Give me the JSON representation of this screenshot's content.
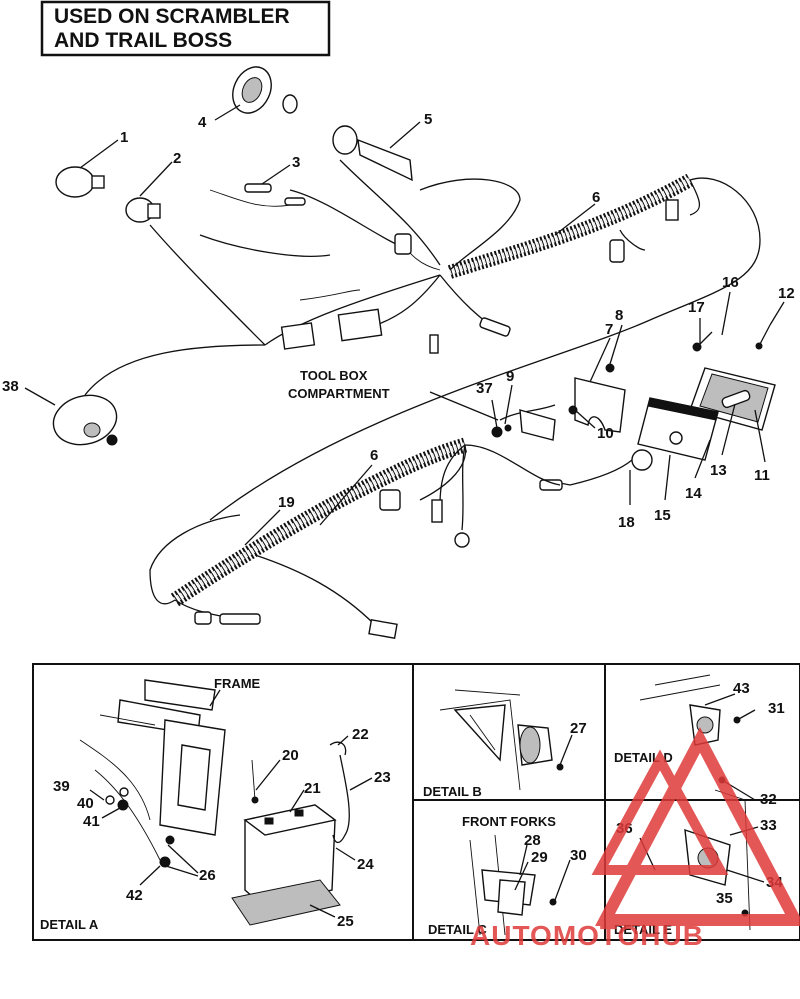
{
  "header": {
    "line1": "USED ON SCRAMBLER",
    "line2": "AND TRAIL BOSS"
  },
  "callouts": {
    "tool_box_line1": "TOOL BOX",
    "tool_box_line2": "COMPARTMENT",
    "frame": "FRAME",
    "front_forks": "FRONT FORKS"
  },
  "details": {
    "a": "DETAIL A",
    "b": "DETAIL B",
    "c": "DETAIL C",
    "d": "DETAIL D",
    "e": "DETAIL E"
  },
  "part_numbers": {
    "p1": "1",
    "p2": "2",
    "p3": "3",
    "p4": "4",
    "p5": "5",
    "p6a": "6",
    "p6b": "6",
    "p7": "7",
    "p8": "8",
    "p9": "9",
    "p10": "10",
    "p11": "11",
    "p12": "12",
    "p13": "13",
    "p14": "14",
    "p15": "15",
    "p16": "16",
    "p17": "17",
    "p18": "18",
    "p19": "19",
    "p20": "20",
    "p21": "21",
    "p22": "22",
    "p23": "23",
    "p24": "24",
    "p25": "25",
    "p26": "26",
    "p27": "27",
    "p28": "28",
    "p29": "29",
    "p30": "30",
    "p31": "31",
    "p32": "32",
    "p33": "33",
    "p34": "34",
    "p35": "35",
    "p36": "36",
    "p37": "37",
    "p38": "38",
    "p39": "39",
    "p40": "40",
    "p41": "41",
    "p42": "42",
    "p43": "43"
  },
  "watermark": {
    "brand": "AUTOMOTOHUB",
    "color": "#e03a3a"
  }
}
